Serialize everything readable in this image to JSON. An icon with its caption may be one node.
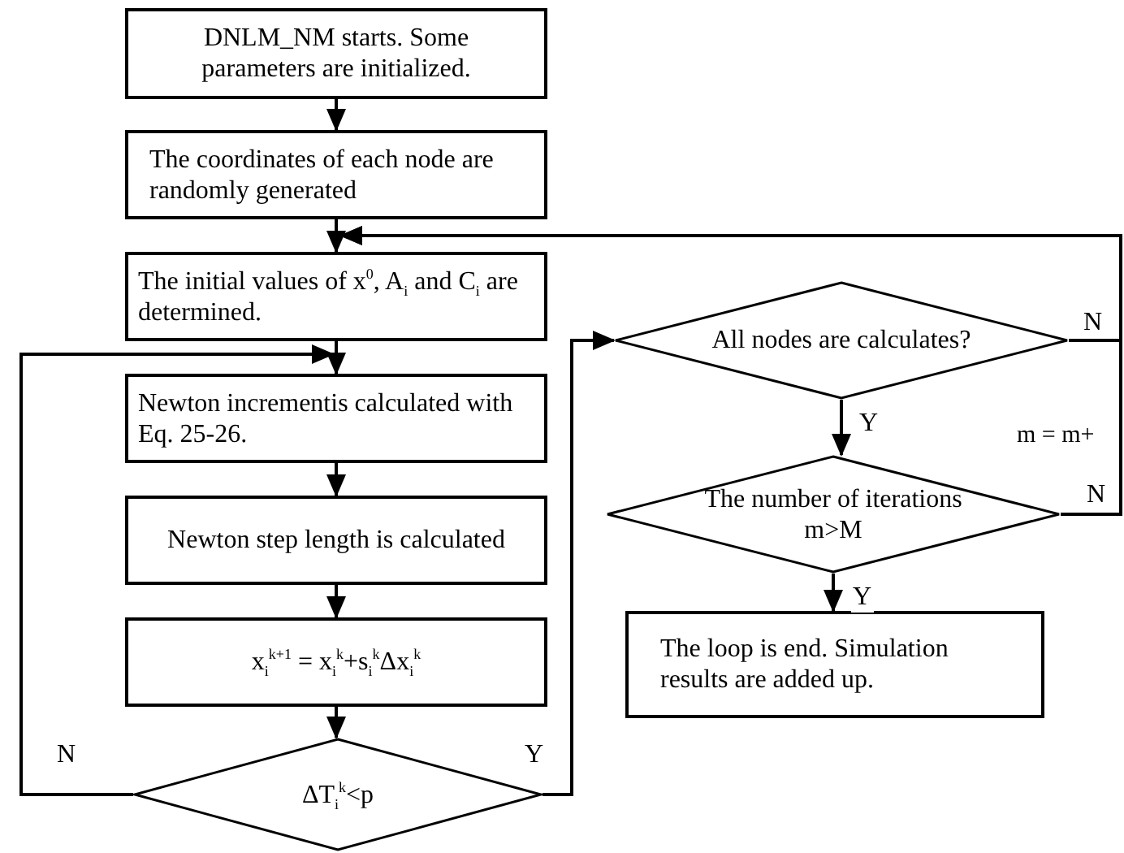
{
  "diagram": {
    "nodes": [
      {
        "text": [
          "DNLM_NM starts. Some parameters are initialized."
        ]
      },
      {
        "text": [
          "The coordinates of each node are randomly generated"
        ]
      },
      {
        "text": [
          "The initial values of x$^{0}$, A$_{i}$ and C$_{i}$ are determined."
        ]
      },
      {
        "text": [
          "Newton incrementis calculated with Eq. 25-26."
        ]
      },
      {
        "text": [
          "Newton step length is calculated"
        ]
      },
      {
        "text": [
          "x$_{i}$$^{k+1}$ = x$_{i}$$^{k}$+s$_{i}$$^{k}$Δx$_{i}$$^{k}$"
        ]
      },
      {
        "text": [
          "ΔT$_{i}$$^{k}$<p"
        ]
      },
      {
        "text": [
          "All nodes are calculates?"
        ]
      },
      {
        "text": [
          "The number of iterations m>M"
        ]
      },
      {
        "text": [
          "The loop is end. Simulation results are added up."
        ]
      }
    ],
    "edges": [
      {
        "from": 0,
        "to": 1,
        "arrow": "to"
      },
      {
        "from": 1,
        "to": 2,
        "arrow": "to"
      },
      {
        "from": 2,
        "to": 3,
        "arrow": "to"
      },
      {
        "from": 3,
        "to": 4,
        "arrow": "to"
      },
      {
        "from": 4,
        "to": 5,
        "arrow": "to"
      },
      {
        "from": 5,
        "to": 6,
        "arrow": "to"
      },
      {
        "from": 6,
        "to": 3,
        "arrow": "to",
        "label": "N"
      },
      {
        "from": 6,
        "to": 7,
        "arrow": "to",
        "label": "Y"
      },
      {
        "from": 7,
        "to": 8,
        "arrow": "to",
        "label": "Y"
      },
      {
        "from": 8,
        "to": 9,
        "arrow": "to",
        "label": "Y"
      },
      {
        "from": 7,
        "to": 2,
        "arrow": "to",
        "label": "N"
      },
      {
        "from": 8,
        "to": 2,
        "arrow": "to",
        "label": "N"
      }
    ],
    "labels": [
      "m = m+"
    ]
  }
}
